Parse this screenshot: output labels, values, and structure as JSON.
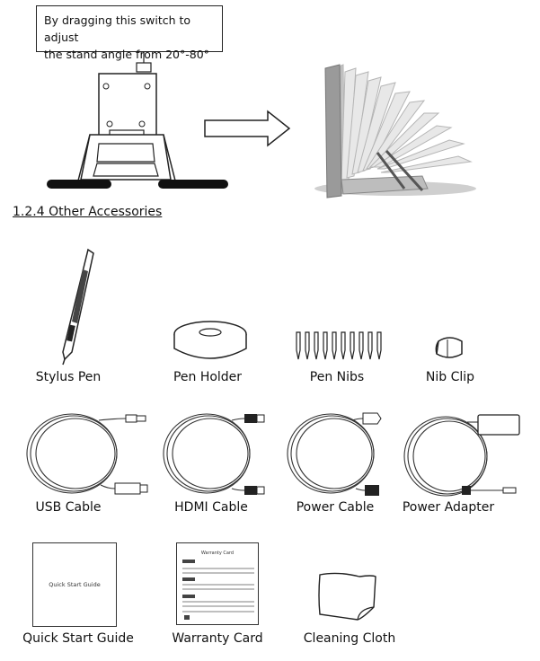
{
  "callout": {
    "line1": "By dragging this switch to adjust",
    "line2": "the stand angle from 20°-80°"
  },
  "section_title": "1.2.4 Other Accessories",
  "accessories": [
    {
      "label": "Stylus Pen",
      "icon": "stylus-pen-icon"
    },
    {
      "label": "Pen Holder",
      "icon": "pen-holder-icon"
    },
    {
      "label": "Pen Nibs",
      "icon": "pen-nibs-icon"
    },
    {
      "label": "Nib Clip",
      "icon": "nib-clip-icon"
    },
    {
      "label": "USB Cable",
      "icon": "usb-cable-icon"
    },
    {
      "label": "HDMI Cable",
      "icon": "hdmi-cable-icon"
    },
    {
      "label": "Power Cable",
      "icon": "power-cable-icon"
    },
    {
      "label": "Power Adapter",
      "icon": "power-adapter-icon"
    },
    {
      "label": "Quick Start Guide",
      "icon": "quick-start-guide-icon"
    },
    {
      "label": "Warranty Card",
      "icon": "warranty-card-icon"
    },
    {
      "label": "Cleaning Cloth",
      "icon": "cleaning-cloth-icon"
    }
  ],
  "quick_start_guide_cover_text": "Quick Start Guide",
  "warranty_card_heading": "Warranty Card"
}
